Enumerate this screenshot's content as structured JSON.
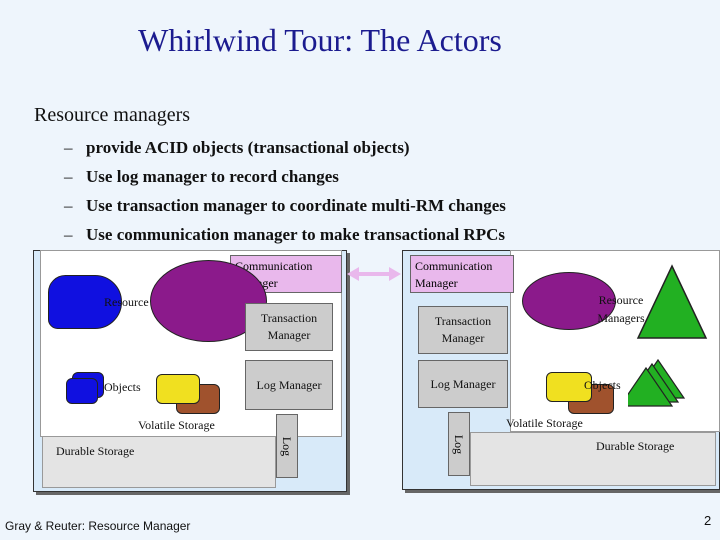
{
  "title": "Whirlwind Tour: The Actors",
  "subtitle": "Resource managers",
  "bullets": [
    "provide ACID objects (transactional objects)",
    "Use log manager to record changes",
    "Use transaction manager to coordinate multi-RM changes",
    "Use communication manager to make transactional RPCs"
  ],
  "diagram": {
    "left": {
      "comm_manager": "Communication Manager",
      "resource_managers": "Resource Managers",
      "transaction_manager": "Transaction Manager",
      "log_manager": "Log Manager",
      "objects": "Objects",
      "volatile_storage": "Volatile Storage",
      "durable_storage": "Durable Storage",
      "log": "Log"
    },
    "right": {
      "comm_manager": "Communication Manager",
      "resource_managers": "Resource Managers",
      "transaction_manager": "Transaction Manager",
      "log_manager": "Log Manager",
      "objects": "Objects",
      "volatile_storage": "Volatile Storage",
      "durable_storage": "Durable Storage",
      "log": "Log"
    }
  },
  "colors": {
    "title": "#1b1b8f",
    "purple_ellipse": "#8b1a8b",
    "blue_shape": "#1010e0",
    "green_shape": "#22b022",
    "yellow_box": "#f0e020",
    "brown_box": "#a0522d",
    "pink_box": "#e9b8ec",
    "gray_box": "#cccccc"
  },
  "footer": "Gray & Reuter: Resource Manager",
  "page_number": "2"
}
